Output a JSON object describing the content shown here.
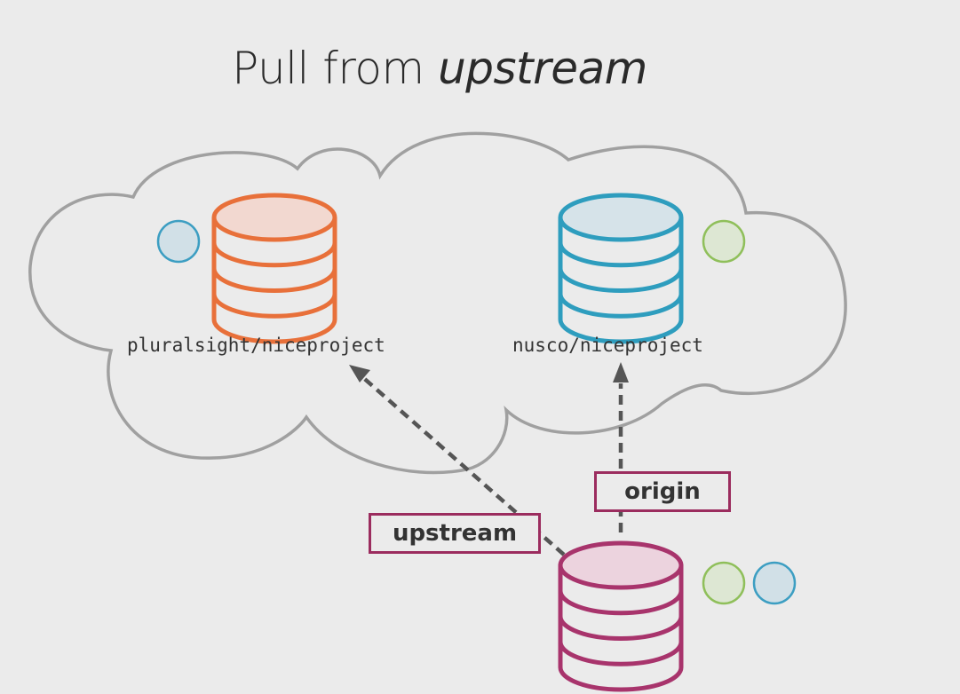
{
  "title": {
    "prefix": "Pull from ",
    "emphasis": "upstream"
  },
  "repos": [
    {
      "name": "pluralsight/niceproject",
      "color": "#e8703a",
      "fill": "#f2d8d0",
      "dot_colors": [
        "#3c9ec2"
      ]
    },
    {
      "name": "nusco/niceproject",
      "color": "#2e9dbe",
      "fill": "#d6e3e9",
      "dot_colors": [
        "#8fbf5a"
      ]
    },
    {
      "name": "",
      "color": "#a8346c",
      "fill": "#ecd3de",
      "dot_colors": [
        "#8fbf5a",
        "#3c9ec2"
      ]
    }
  ],
  "remotes": {
    "upstream": "upstream",
    "origin": "origin"
  },
  "colors": {
    "cloud": "#a0a0a0",
    "arrow": "#555555",
    "label_border": "#9b2c5e",
    "background": "#ebebeb"
  }
}
